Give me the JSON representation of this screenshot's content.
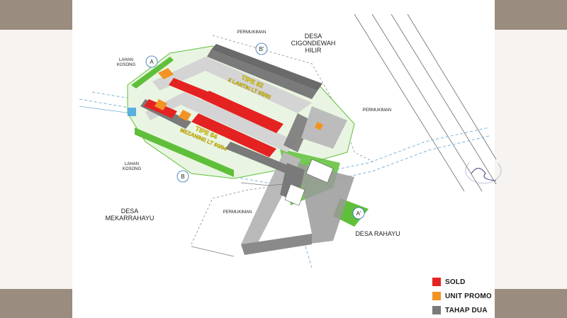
{
  "labels": {
    "desa_cigondewah": [
      "DESA",
      "CIGONDEWAH",
      "HILIR"
    ],
    "desa_mekarrahayu": [
      "DESA",
      "MEKARRAHAYU"
    ],
    "desa_rahayu": "DESA RAHAYU",
    "permukiman_top": "PERMUKIMAN",
    "permukiman_right": "PERMUKIMAN",
    "permukiman_bottom": "PERMUKIMAN",
    "lahan_kosong_top": [
      "LAHAN",
      "KOSONG"
    ],
    "lahan_kosong_left": [
      "LAHAN",
      "KOSONG"
    ],
    "tipe82": [
      "TIPE 82",
      "2 LANTAI LT 65/82"
    ],
    "tipe64": [
      "TIPE 64",
      "MEZANINE LT 60/64"
    ],
    "section_a": "A",
    "section_b": "B",
    "section_b_prime": "B'",
    "section_a_prime": "A'"
  },
  "legend": [
    {
      "label": "SOLD",
      "color": "#e52222"
    },
    {
      "label": "UNIT PROMO",
      "color": "#f39323"
    },
    {
      "label": "TAHAP DUA",
      "color": "#7a7a7a"
    }
  ],
  "colors": {
    "sold": "#e52222",
    "promo": "#f39323",
    "tahap_dua": "#7a7a7a",
    "greenery": "#5fbf3a",
    "road": "#b9b9b9",
    "side_panel": "#9a8c7e",
    "side_panel_light": "#e6e0d9"
  }
}
